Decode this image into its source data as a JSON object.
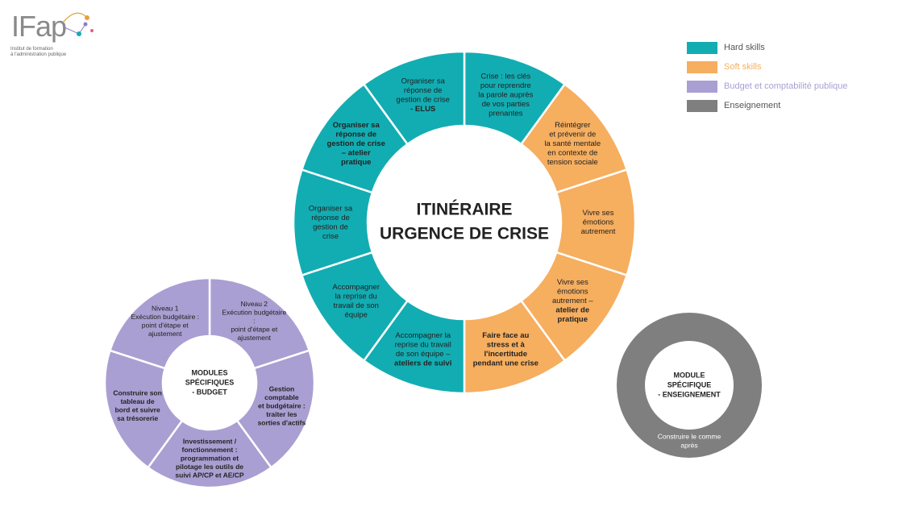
{
  "logo": {
    "wordmark": "IFap",
    "subtitle_lines": [
      "Institut de formation",
      "à l'administration publique"
    ]
  },
  "colors": {
    "teal": "#12adb2",
    "orange": "#f6ae5f",
    "purple": "#aa9fd2",
    "gray": "#7f7f7f"
  },
  "legend": [
    {
      "label": "Hard skills",
      "color": "#12adb2"
    },
    {
      "label": "Soft skills",
      "color": "#f6ae5f"
    },
    {
      "label": "Budget et comptabilité publique",
      "color": "#aa9fd2"
    },
    {
      "label": "Enseignement",
      "color": "#7f7f7f"
    }
  ],
  "main_ring": {
    "center_lines": [
      "ITINÉRAIRE",
      "URGENCE DE CRISE"
    ],
    "segments": [
      {
        "category": "Hard skills",
        "lines": [
          {
            "t": "Crise : les clés"
          },
          {
            "t": "pour reprendre"
          },
          {
            "t": "la parole auprès"
          },
          {
            "t": "de vos parties"
          },
          {
            "t": "prenantes"
          }
        ]
      },
      {
        "category": "Soft skills",
        "lines": [
          {
            "t": "Réintégrer"
          },
          {
            "t": "et prévenir de"
          },
          {
            "t": "la santé mentale"
          },
          {
            "t": "en contexte de"
          },
          {
            "t": "tension sociale"
          }
        ]
      },
      {
        "category": "Soft skills",
        "lines": [
          {
            "t": "Vivre ses"
          },
          {
            "t": "émotions"
          },
          {
            "t": "autrement"
          }
        ]
      },
      {
        "category": "Soft skills",
        "lines": [
          {
            "t": "Vivre ses"
          },
          {
            "t": "émotions"
          },
          {
            "t": "autrement –"
          },
          {
            "t": "atelier de",
            "b": true
          },
          {
            "t": "pratique",
            "b": true
          }
        ]
      },
      {
        "category": "Soft skills",
        "lines": [
          {
            "t": "Faire face au",
            "b": true
          },
          {
            "t": "stress et à",
            "b": true
          },
          {
            "t": "l'incertitude",
            "b": true
          },
          {
            "t": "pendant une crise",
            "b": true
          }
        ]
      },
      {
        "category": "Hard skills",
        "lines": [
          {
            "t": "Accompagner  la"
          },
          {
            "t": "reprise du travail"
          },
          {
            "t": "de son équipe –"
          },
          {
            "t": "ateliers de suivi",
            "b": true
          }
        ]
      },
      {
        "category": "Hard skills",
        "lines": [
          {
            "t": "Accompagner"
          },
          {
            "t": "la reprise du"
          },
          {
            "t": "travail de son"
          },
          {
            "t": "équipe"
          }
        ]
      },
      {
        "category": "Hard skills",
        "lines": [
          {
            "t": "Organiser sa"
          },
          {
            "t": "réponse de"
          },
          {
            "t": "gestion de"
          },
          {
            "t": "crise"
          }
        ]
      },
      {
        "category": "Hard skills",
        "lines": [
          {
            "t": "Organiser sa",
            "b": true
          },
          {
            "t": "réponse de",
            "b": true
          },
          {
            "t": "gestion de crise",
            "b": true
          },
          {
            "t": "– atelier",
            "b": true
          },
          {
            "t": "pratique",
            "b": true
          }
        ]
      },
      {
        "category": "Hard skills",
        "lines": [
          {
            "t": "Organiser sa"
          },
          {
            "t": "réponse de"
          },
          {
            "t": "gestion de crise"
          },
          {
            "t": "- ELUS",
            "b": true
          }
        ]
      }
    ]
  },
  "budget_ring": {
    "center_lines": [
      "MODULES",
      "SPÉCIFIQUES",
      "- BUDGET"
    ],
    "segments": [
      {
        "lines": [
          {
            "t": "Niveau 2"
          },
          {
            "t": "Exécution budgétaire"
          },
          {
            "t": ":"
          },
          {
            "t": "point d'étape  et"
          },
          {
            "t": "ajustement"
          }
        ]
      },
      {
        "lines": [
          {
            "t": "Gestion",
            "b": true
          },
          {
            "t": "comptable",
            "b": true
          },
          {
            "t": "et budgétaire :",
            "b": true
          },
          {
            "t": "traiter les",
            "b": true
          },
          {
            "t": "sorties d'actifs",
            "b": true
          }
        ]
      },
      {
        "lines": [
          {
            "t": "Investissement /",
            "b": true
          },
          {
            "t": "fonctionnement :",
            "b": true
          },
          {
            "t": "programmation et",
            "b": true
          },
          {
            "t": "pilotage les outils de",
            "b": true
          },
          {
            "t": "suivi AP/CP et AE/CP",
            "b": true
          }
        ]
      },
      {
        "lines": [
          {
            "t": "Construire son",
            "b": true
          },
          {
            "t": "tableau de",
            "b": true
          },
          {
            "t": "bord et suivre",
            "b": true
          },
          {
            "t": "sa trésorerie",
            "b": true
          }
        ]
      },
      {
        "lines": [
          {
            "t": "Niveau 1"
          },
          {
            "t": "Exécution budgétaire :"
          },
          {
            "t": "point d'étape et"
          },
          {
            "t": "ajustement"
          }
        ]
      }
    ]
  },
  "teaching_ring": {
    "center_lines": [
      "MODULE",
      "SPÉCIFIQUE",
      "- ENSEIGNEMENT"
    ],
    "segment_lines": [
      "Construire le comme",
      "après"
    ]
  }
}
